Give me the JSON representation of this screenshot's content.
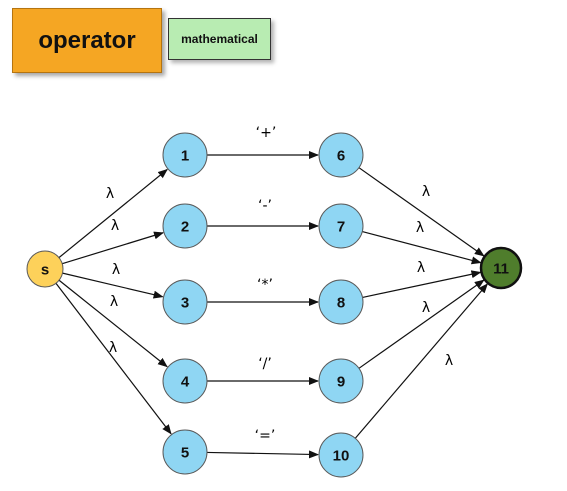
{
  "legend": {
    "operator_label": "operator",
    "mathematical_label": "mathematical"
  },
  "colors": {
    "operator_fill": "#f5a623",
    "mathematical_fill": "#b8ecb2",
    "start_fill": "#fdd15a",
    "state_fill": "#8fd6f3",
    "accept_fill": "#4f7d2c"
  },
  "nodes": [
    {
      "id": "s",
      "label": "s"
    },
    {
      "id": "1",
      "label": "1"
    },
    {
      "id": "2",
      "label": "2"
    },
    {
      "id": "3",
      "label": "3"
    },
    {
      "id": "4",
      "label": "4"
    },
    {
      "id": "5",
      "label": "5"
    },
    {
      "id": "6",
      "label": "6"
    },
    {
      "id": "7",
      "label": "7"
    },
    {
      "id": "8",
      "label": "8"
    },
    {
      "id": "9",
      "label": "9"
    },
    {
      "id": "10",
      "label": "10"
    },
    {
      "id": "11",
      "label": "11"
    }
  ],
  "edges": [
    {
      "from": "s",
      "to": "1",
      "label": "λ"
    },
    {
      "from": "s",
      "to": "2",
      "label": "λ"
    },
    {
      "from": "s",
      "to": "3",
      "label": "λ"
    },
    {
      "from": "s",
      "to": "4",
      "label": "λ"
    },
    {
      "from": "s",
      "to": "5",
      "label": "λ"
    },
    {
      "from": "1",
      "to": "6",
      "label": "‘+’"
    },
    {
      "from": "2",
      "to": "7",
      "label": "‘-’"
    },
    {
      "from": "3",
      "to": "8",
      "label": "‘*’"
    },
    {
      "from": "4",
      "to": "9",
      "label": "‘/’"
    },
    {
      "from": "5",
      "to": "10",
      "label": "‘=’"
    },
    {
      "from": "6",
      "to": "11",
      "label": "λ"
    },
    {
      "from": "7",
      "to": "11",
      "label": "λ"
    },
    {
      "from": "8",
      "to": "11",
      "label": "λ"
    },
    {
      "from": "9",
      "to": "11",
      "label": "λ"
    },
    {
      "from": "10",
      "to": "11",
      "label": "λ"
    }
  ]
}
